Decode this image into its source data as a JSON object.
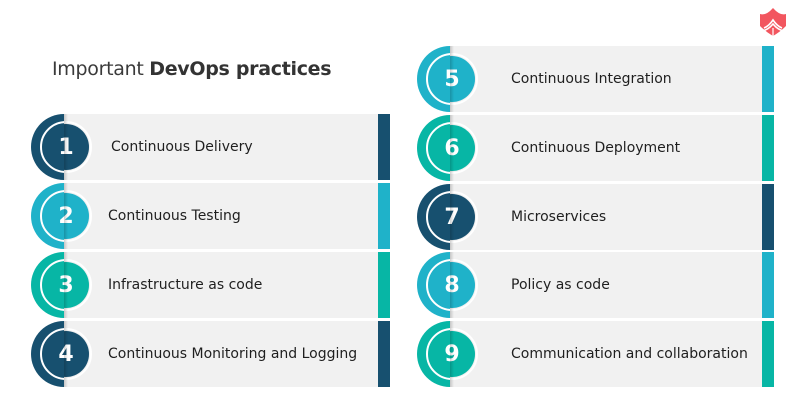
{
  "title": {
    "prefix": "Important ",
    "bold": "DevOps practices"
  },
  "colors": {
    "navy": "#17506f",
    "cyan": "#1fb2c9",
    "teal": "#07b6a5",
    "card": "#f1f1f1",
    "logo": "#f2565f"
  },
  "logo": {
    "icon": "lotus-logo-icon"
  },
  "left_column": [
    {
      "number": "1",
      "label": "Continuous Delivery",
      "color": "navy"
    },
    {
      "number": "2",
      "label": "Continuous Testing",
      "color": "cyan"
    },
    {
      "number": "3",
      "label": "Infrastructure as code",
      "color": "teal"
    },
    {
      "number": "4",
      "label": "Continuous Monitoring and Logging",
      "color": "navy"
    }
  ],
  "right_column": [
    {
      "number": "5",
      "label": "Continuous Integration",
      "color": "cyan"
    },
    {
      "number": "6",
      "label": "Continuous Deployment",
      "color": "teal"
    },
    {
      "number": "7",
      "label": "Microservices",
      "color": "navy"
    },
    {
      "number": "8",
      "label": "Policy as code",
      "color": "cyan"
    },
    {
      "number": "9",
      "label": "Communication and collaboration",
      "color": "teal"
    }
  ]
}
